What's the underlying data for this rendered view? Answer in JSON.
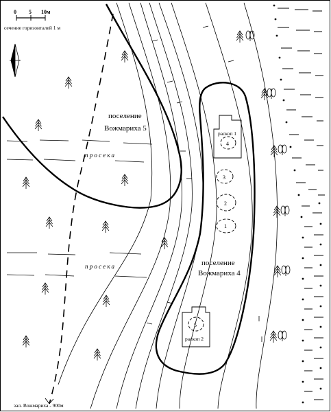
{
  "scale_bar": {
    "tick_0": "0",
    "tick_5": "5",
    "tick_10": "10м"
  },
  "contour_note": "сечение горизонталей 1 м",
  "settlement_5": {
    "line1": "поселение",
    "line2": "Вожмариха 5"
  },
  "settlement_4": {
    "line1": "поселение",
    "line2": "Вожмариха 4"
  },
  "clearings": [
    "просека",
    "просека"
  ],
  "excavation_1": "раскоп 1",
  "excavation_2": "раскоп 2",
  "pits": [
    "4",
    "3",
    "2",
    "1",
    "5"
  ],
  "bay_direction": "зал. Вожмариха - 900м",
  "icons": {
    "north_arrow": "north-arrow-icon",
    "conifer": "conifer-tree-icon",
    "deciduous": "deciduous-tree-icon"
  },
  "colors": {
    "ink": "#000000",
    "paper": "#ffffff"
  }
}
